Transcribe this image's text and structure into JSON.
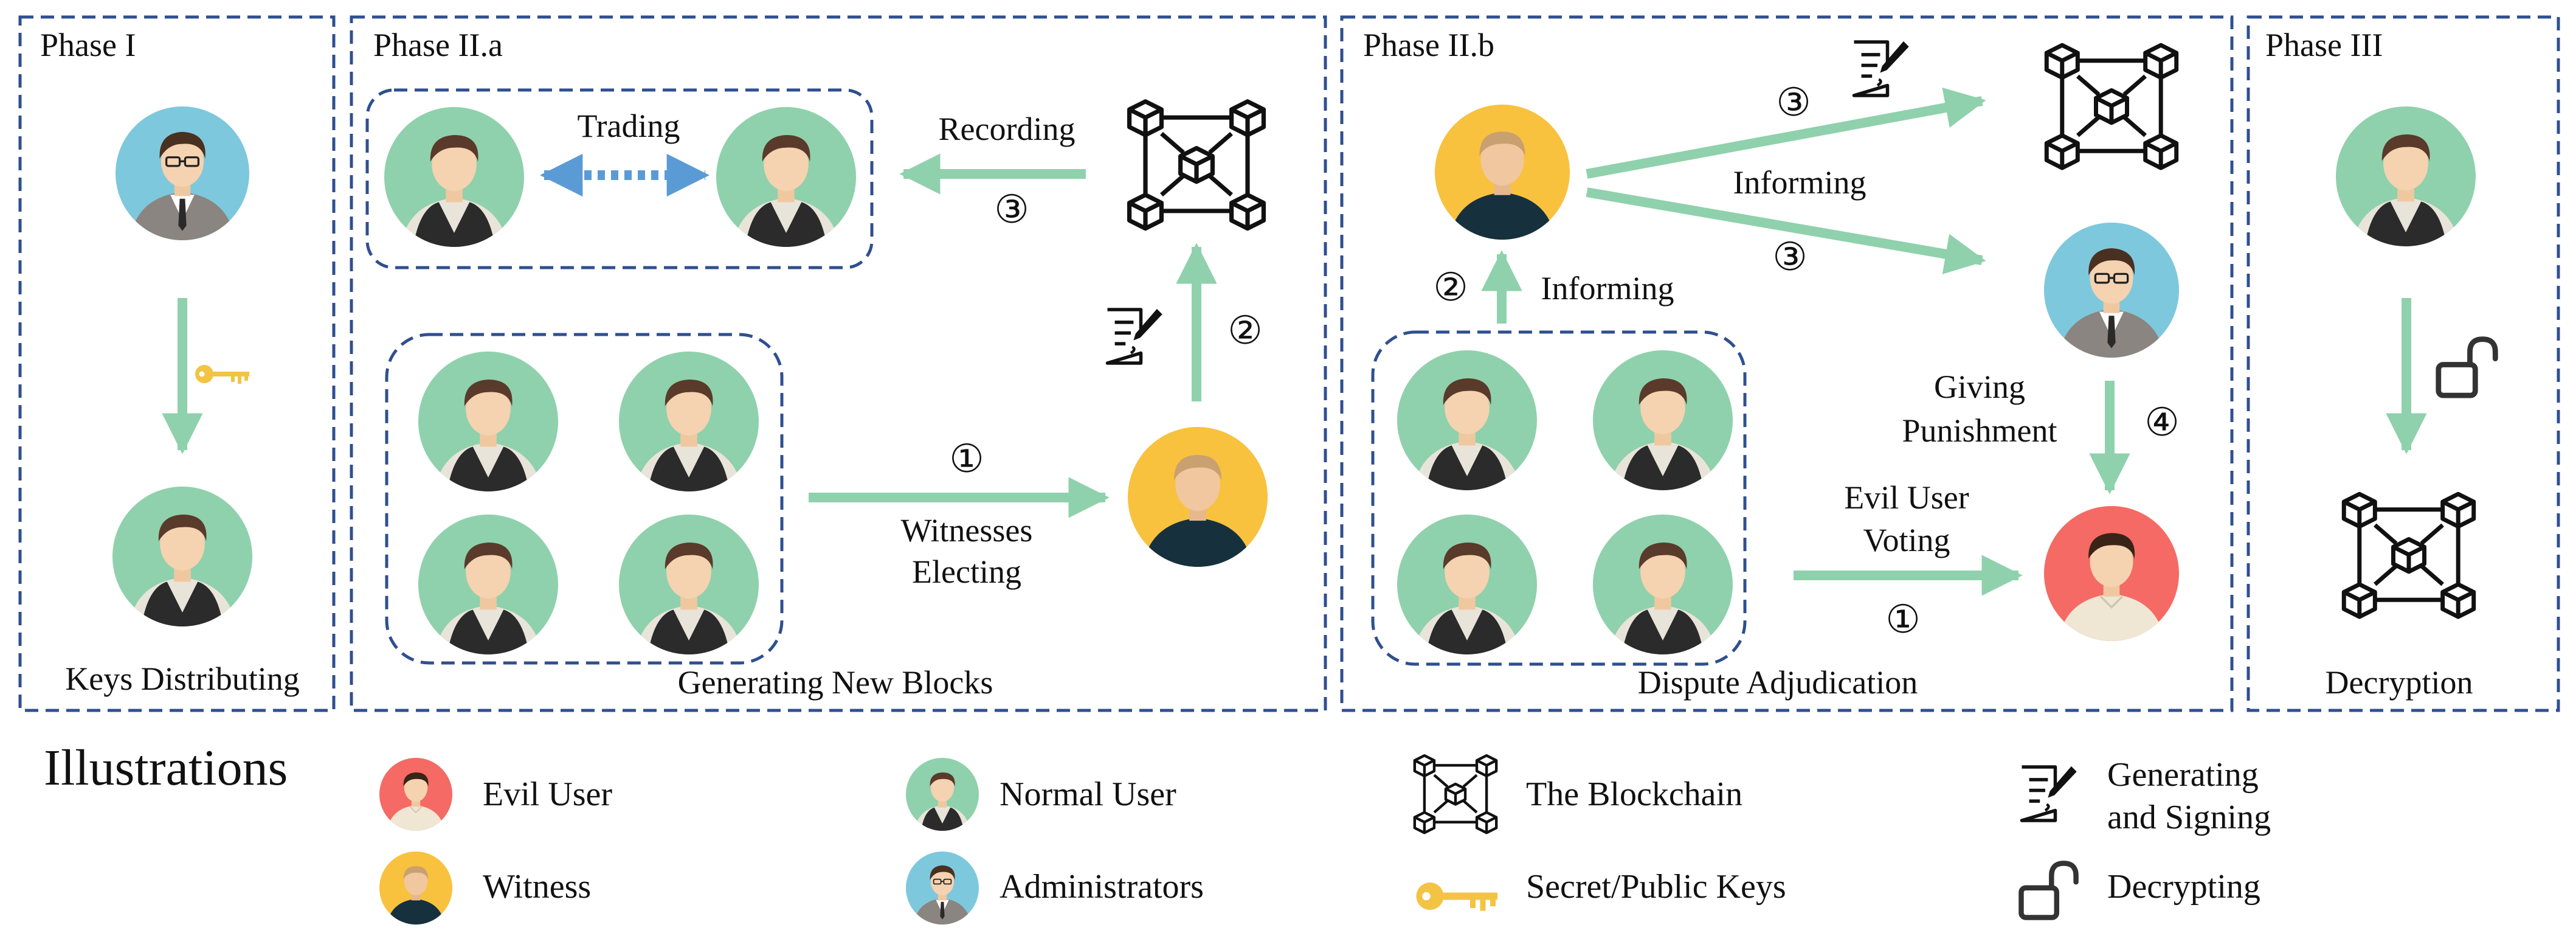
{
  "phases": {
    "p1": {
      "title": "Phase I",
      "caption": "Keys Distributing"
    },
    "p2a": {
      "title": "Phase II.a",
      "caption": "Generating New Blocks",
      "trading": "Trading",
      "recording": "Recording",
      "witnesses_electing": [
        "Witnesses",
        "Electing"
      ]
    },
    "p2b": {
      "title": "Phase II.b",
      "caption": "Dispute Adjudication",
      "informing_top": "Informing",
      "informing_left": "Informing",
      "giving_punishment": [
        "Giving",
        "Punishment"
      ],
      "evil_user_voting": [
        "Evil User",
        "Voting"
      ]
    },
    "p3": {
      "title": "Phase III",
      "caption": "Decryption"
    }
  },
  "step_numbers": {
    "one": "①",
    "two": "②",
    "three": "③",
    "four": "④"
  },
  "legend": {
    "title": "Illustrations",
    "evil_user": "Evil User",
    "normal_user": "Normal User",
    "blockchain": "The Blockchain",
    "generating": [
      "Generating",
      "and Signing"
    ],
    "witness": "Witness",
    "administrators": "Administrators",
    "keys": "Secret/Public Keys",
    "decrypting": "Decrypting"
  },
  "icons": [
    "normal-user-avatar",
    "administrator-avatar",
    "witness-avatar",
    "evil-user-avatar",
    "blockchain-icon",
    "key-icon",
    "document-sign-icon",
    "unlock-icon"
  ],
  "colors": {
    "border": "#2f4f8f",
    "arrow": "#8fd1ac",
    "trading_arrow": "#5b9bd5",
    "normal_bg": "#8fd1ac",
    "admin_bg": "#7ec8dd",
    "witness_bg": "#f8c23f",
    "evil_bg": "#f56a64",
    "key": "#f3c343"
  }
}
